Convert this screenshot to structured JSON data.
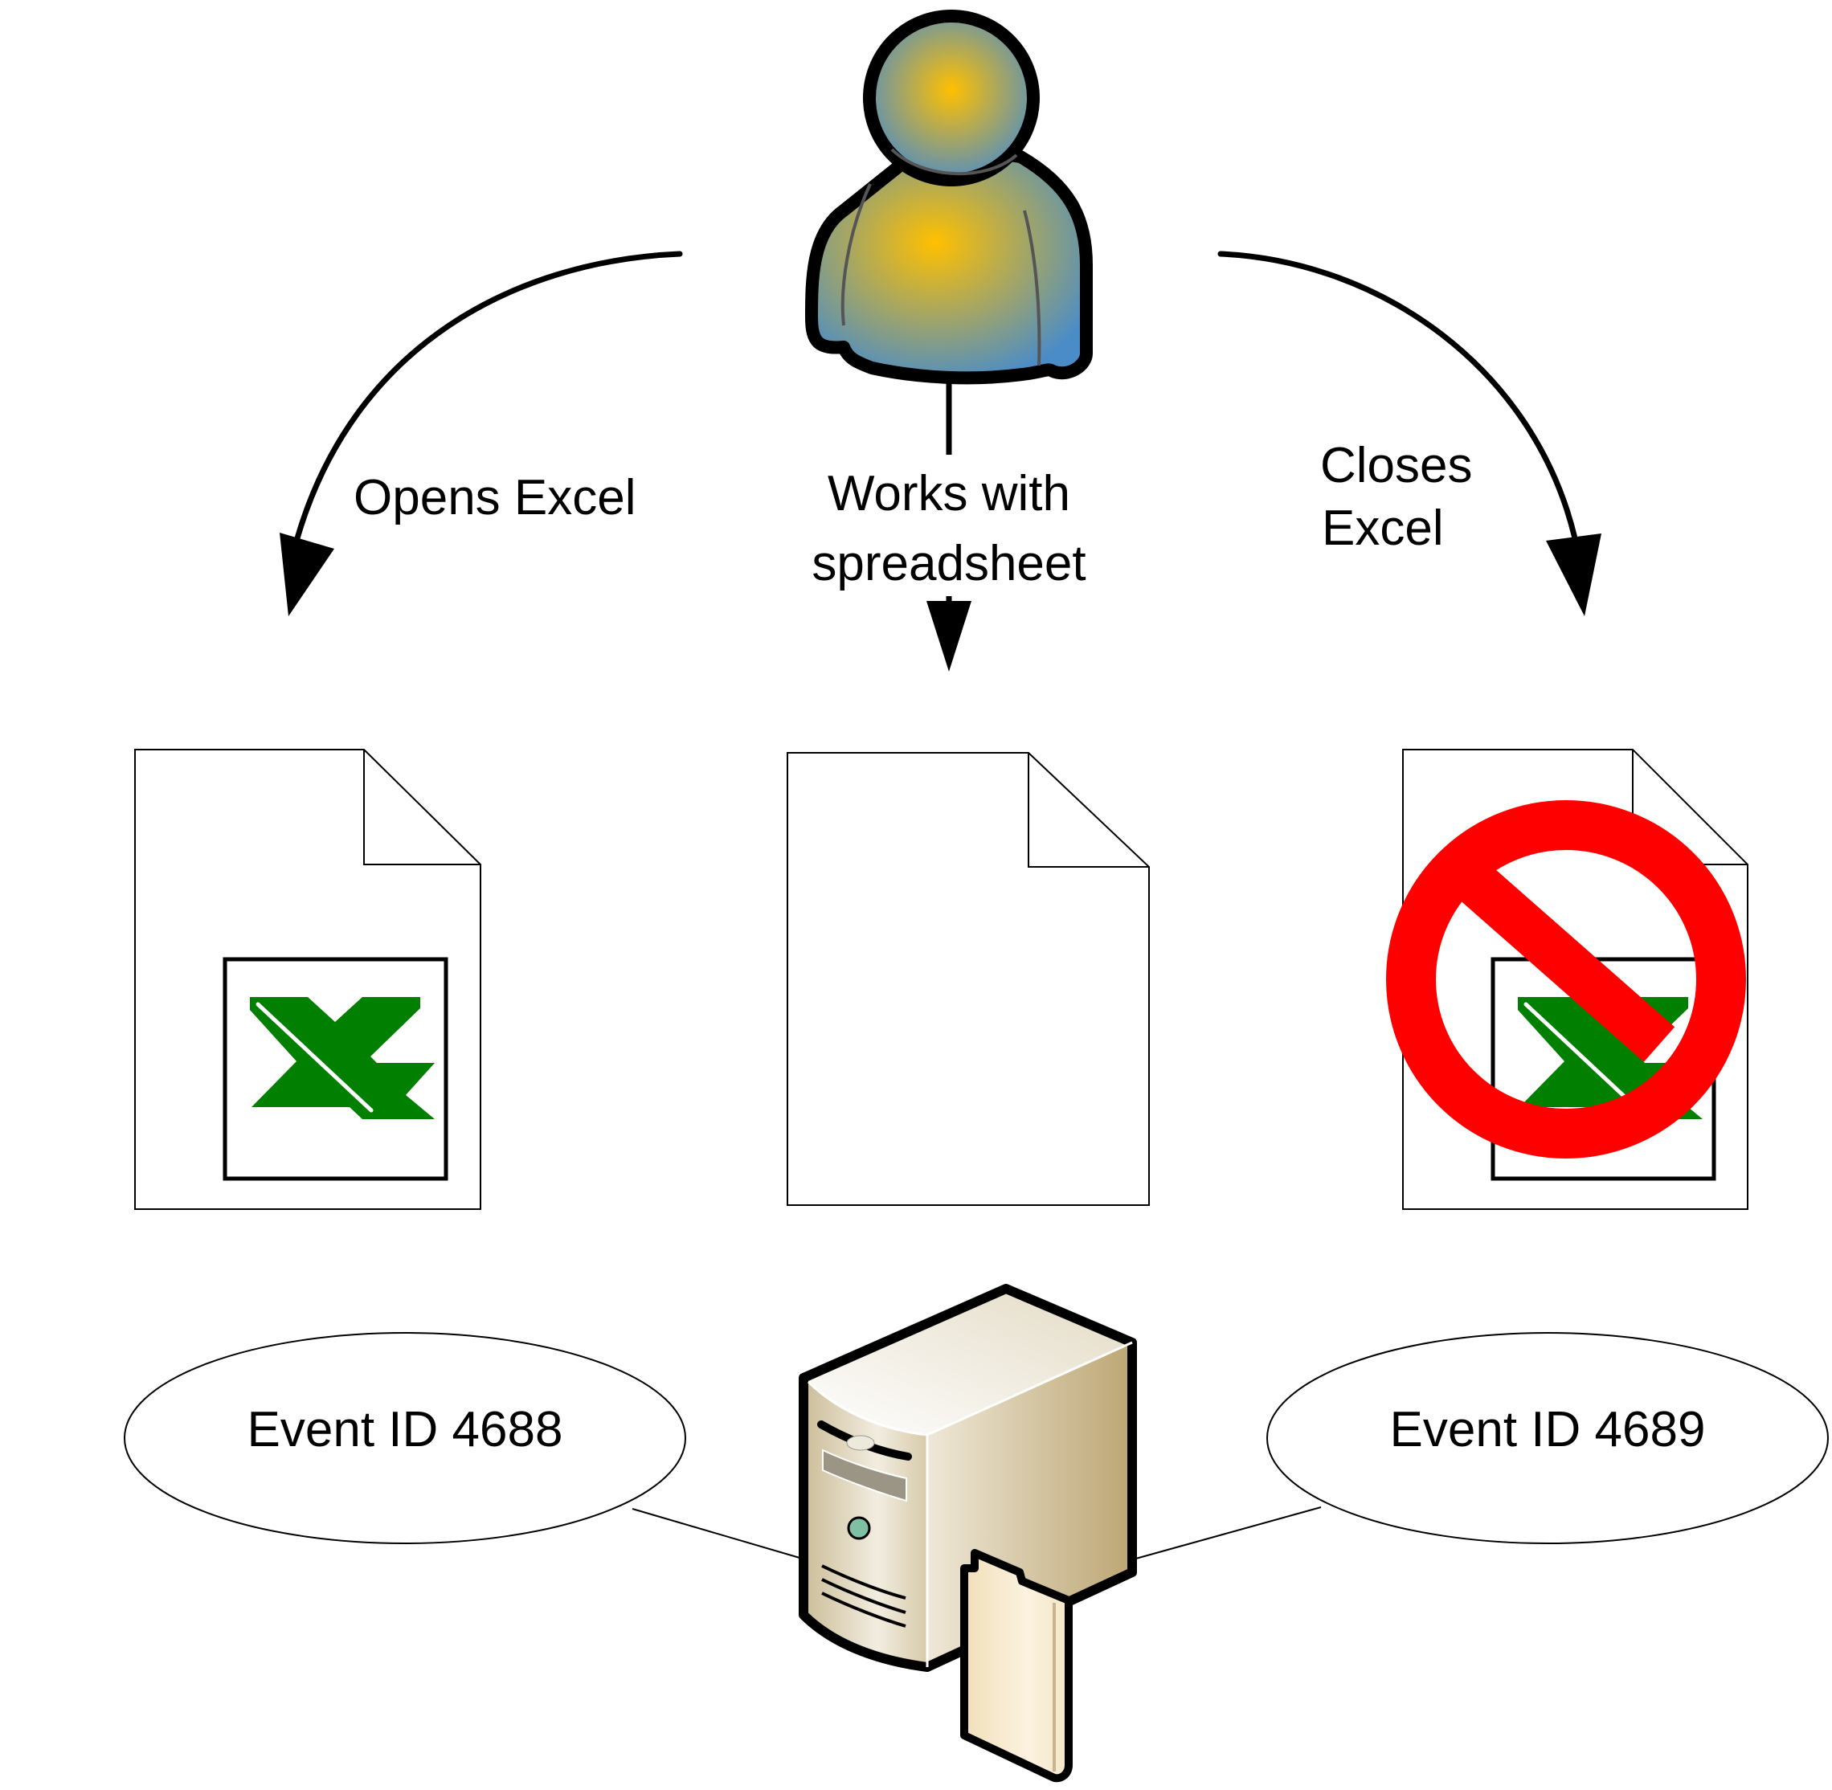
{
  "diagram": {
    "actor": {
      "name": "user",
      "icon": "person-icon"
    },
    "flows": [
      {
        "id": "open",
        "label_lines": [
          "Opens Excel"
        ]
      },
      {
        "id": "work",
        "label_lines": [
          "Works with",
          "spreadsheet"
        ]
      },
      {
        "id": "close",
        "label_lines": [
          "Closes",
          "Excel"
        ]
      }
    ],
    "documents": [
      {
        "id": "opened",
        "icon": "excel-document-icon"
      },
      {
        "id": "working",
        "icon": "blank-document-icon"
      },
      {
        "id": "closed",
        "icon": "excel-document-prohibited-icon"
      }
    ],
    "events": [
      {
        "label": "Event ID 4688"
      },
      {
        "label": "Event ID 4689"
      }
    ],
    "server": {
      "icon": "file-server-icon"
    },
    "colors": {
      "excel_green": "#007f00",
      "prohibit_red": "#ff0000",
      "person_gold": "#ffc000",
      "person_blue": "#4f8dc8",
      "server_beige": "#d8ccae"
    }
  }
}
